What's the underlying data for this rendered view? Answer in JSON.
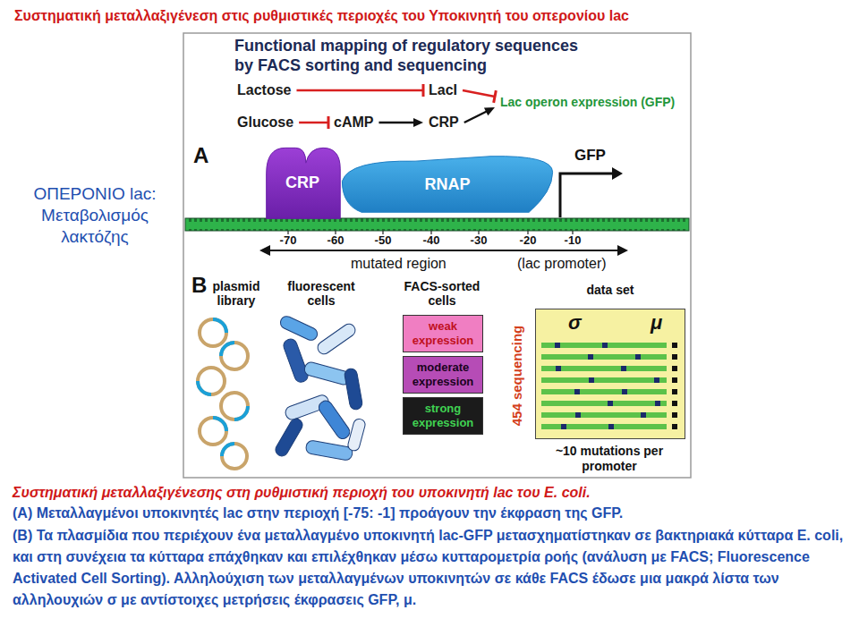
{
  "diagram": {
    "title": "Συστηματική μεταλλαξιγένεση στις ρυθμιστικές περιοχές του Υποκινητή του οπερονίου lac",
    "caption": "Συστηματική μεταλλαξιγένεσης στη ρυθμιστική περιοχή του υποκινητή lac του E. coli.",
    "nodes": [
      {
        "text": [
          "Lactose"
        ]
      },
      {
        "text": [
          "LacI"
        ]
      },
      {
        "text": [
          "Lac operon expression (GFP)"
        ]
      },
      {
        "text": [
          "Glucose"
        ]
      },
      {
        "text": [
          "cAMP"
        ]
      },
      {
        "text": [
          "CRP"
        ]
      },
      {
        "text": [
          "CRP"
        ]
      },
      {
        "text": [
          "RNAP"
        ]
      },
      {
        "text": [
          "weak expression"
        ]
      },
      {
        "text": [
          "moderate expression"
        ]
      },
      {
        "text": [
          "strong expression"
        ]
      },
      {
        "text": [
          "data set",
          "σ",
          "μ"
        ]
      }
    ],
    "edges": [
      {
        "from": 0,
        "to": 1,
        "arrow": "to"
      },
      {
        "from": 1,
        "to": 2,
        "arrow": "to"
      },
      {
        "from": 3,
        "to": 4,
        "arrow": "to"
      },
      {
        "from": 4,
        "to": 5,
        "arrow": "to"
      },
      {
        "from": 5,
        "to": 2,
        "arrow": "to"
      }
    ],
    "labels": [
      "Functional mapping of regulatory sequences by FACS sorting and sequencing",
      "ΟΠΕΡΟΝΙΟ lac: Μεταβολισμός λακτόζης",
      "A",
      "GFP",
      "-70",
      "-60",
      "-50",
      "-40",
      "-30",
      "-20",
      "-10",
      "mutated region",
      "(lac promoter)",
      "B",
      "plasmid library",
      "fluorescent cells",
      "FACS-sorted cells",
      "454 sequencing",
      "~10 mutations per promoter",
      "(A) Μεταλλαγμένοι υποκινητές lac στην περιοχή [-75: -1] προάγουν την έκφραση της GFP.",
      "(B) Τα πλασμίδια που περιέχουν ένα μεταλλαγμένο υποκινητή lac-GFP μετασχηματίστηκαν σε βακτηριακά κύτταρα E. coli, και στη συνέχεια τα κύτταρα επάχθηκαν και επιλέχθηκαν μέσω κυτταρομετρία ροής (ανάλυση με FACS; Fluorescence Activated Cell Sorting). Αλληλούχιση των μεταλλαγμένων υποκινητών σε κάθε FACS έδωσε μια μακρά λίστα των αλληλουχιών σ με αντίστοιχες μετρήσεις έκφρασεις GFP, μ."
    ]
  }
}
